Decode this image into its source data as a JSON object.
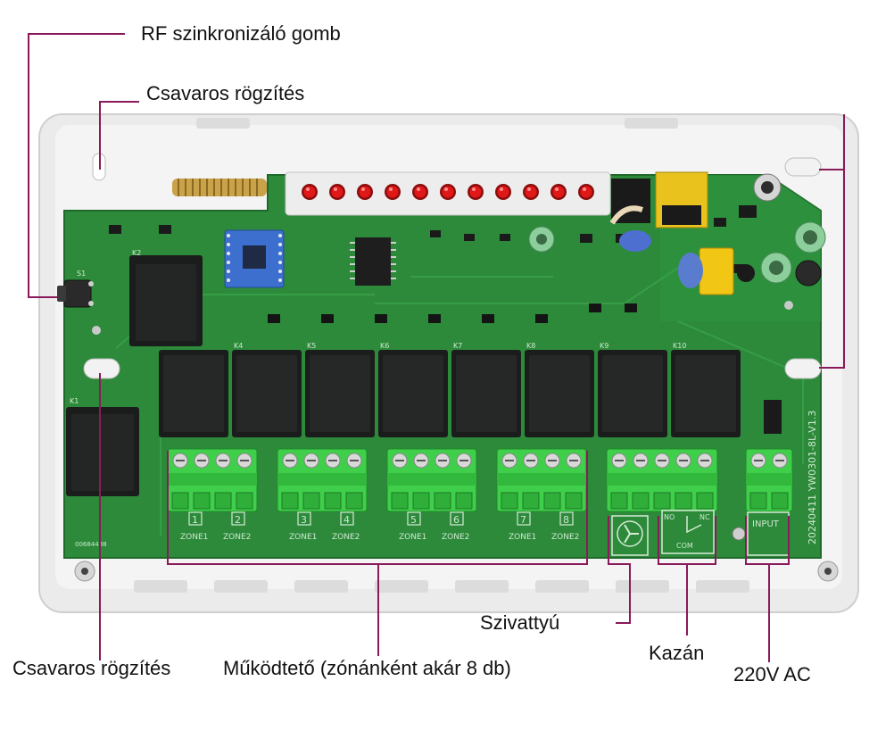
{
  "labels": {
    "rf_sync_button": "RF szinkronizáló gomb",
    "screw_mount_top": "Csavaros rögzítés",
    "screw_mount_bottom": "Csavaros rögzítés",
    "actuator": "Működtető (zónánként akár 8 db)",
    "pump": "Szivattyú",
    "boiler": "Kazán",
    "power": "220V AC"
  },
  "board": {
    "version": "20240411  YW0301-8L-V1.3",
    "serial": "00684488",
    "relay_labels": [
      "K1",
      "K2",
      "K4",
      "K5",
      "K6",
      "K7",
      "K8",
      "K9",
      "K10"
    ],
    "zone_numbers": [
      "1",
      "2",
      "3",
      "4",
      "5",
      "6",
      "7",
      "8"
    ],
    "zone_names": [
      "ZONE1",
      "ZONE2",
      "ZONE1",
      "ZONE2",
      "ZONE1",
      "ZONE2",
      "ZONE1",
      "ZONE2"
    ],
    "boiler_terminals": [
      "NO",
      "NC",
      "COM"
    ],
    "input_label": "INPUT",
    "switch_label": "S1"
  },
  "colors": {
    "pcb": "#2c8a3a",
    "terminal": "#3fcf4a",
    "relay": "#1b1c1c",
    "led": "#e01818",
    "callout_line": "#8a1a5a",
    "housing": "#e9e9e9"
  }
}
